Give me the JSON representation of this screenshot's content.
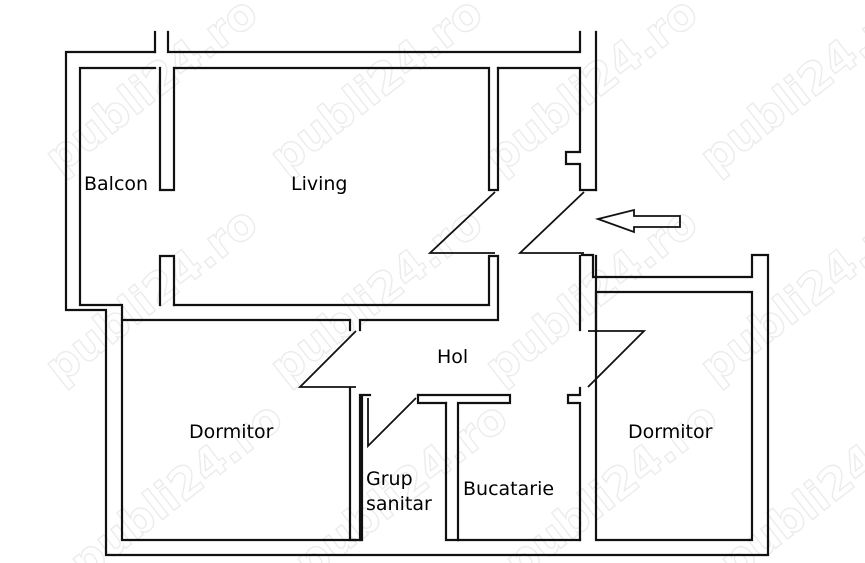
{
  "watermark_text": "publi24.ro",
  "rooms": {
    "balcon": "Balcon",
    "living": "Living",
    "hol": "Hol",
    "dormitor_left": "Dormitor",
    "grup_sanitar_line1": "Grup",
    "grup_sanitar_line2": "sanitar",
    "bucatarie": "Bucatarie",
    "dormitor_right": "Dormitor"
  },
  "icons": {
    "entrance_arrow": "arrow-left-icon"
  },
  "colors": {
    "lines": "#111111",
    "watermark": "#ececec",
    "background": "#ffffff"
  }
}
